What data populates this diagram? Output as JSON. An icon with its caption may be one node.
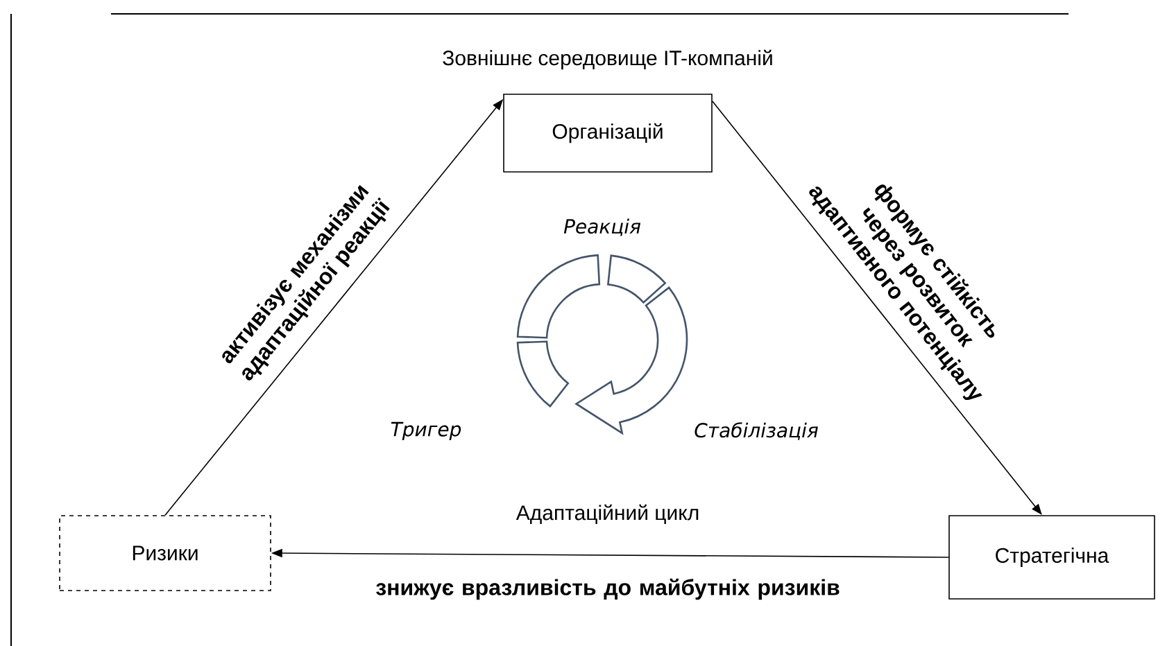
{
  "diagram": {
    "title": "Зовнішнє середовище IT-компаній",
    "nodes": [
      {
        "text": [
          "Організацій"
        ]
      },
      {
        "text": [
          "Стратегічна"
        ]
      },
      {
        "text": [
          "Ризики"
        ]
      }
    ],
    "edges": [
      {
        "from": 2,
        "to": 0,
        "arrow": "to",
        "label": "активізує механізми адаптаційної реакції"
      },
      {
        "from": 0,
        "to": 1,
        "arrow": "to",
        "label": "формує стійкість через розвиток адаптивного потенціалу"
      },
      {
        "from": 1,
        "to": 2,
        "arrow": "to",
        "label": "знижує вразливість до майбутніх ризиків"
      }
    ],
    "labels": [
      "Реакція",
      "Тригер",
      "Стабілізація",
      "Адаптаційний цикл"
    ]
  }
}
